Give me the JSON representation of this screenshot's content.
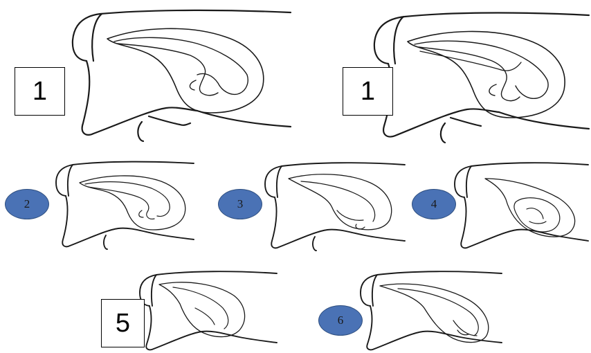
{
  "panels": [
    {
      "label": "1",
      "style": "box"
    },
    {
      "label": "1",
      "style": "box"
    },
    {
      "label": "2",
      "style": "oval"
    },
    {
      "label": "3",
      "style": "oval"
    },
    {
      "label": "4",
      "style": "oval"
    },
    {
      "label": "5",
      "style": "box"
    },
    {
      "label": "6",
      "style": "oval"
    }
  ],
  "colors": {
    "oval_fill": "#4a72b5",
    "line": "#1a1a1a",
    "background": "#ffffff"
  }
}
